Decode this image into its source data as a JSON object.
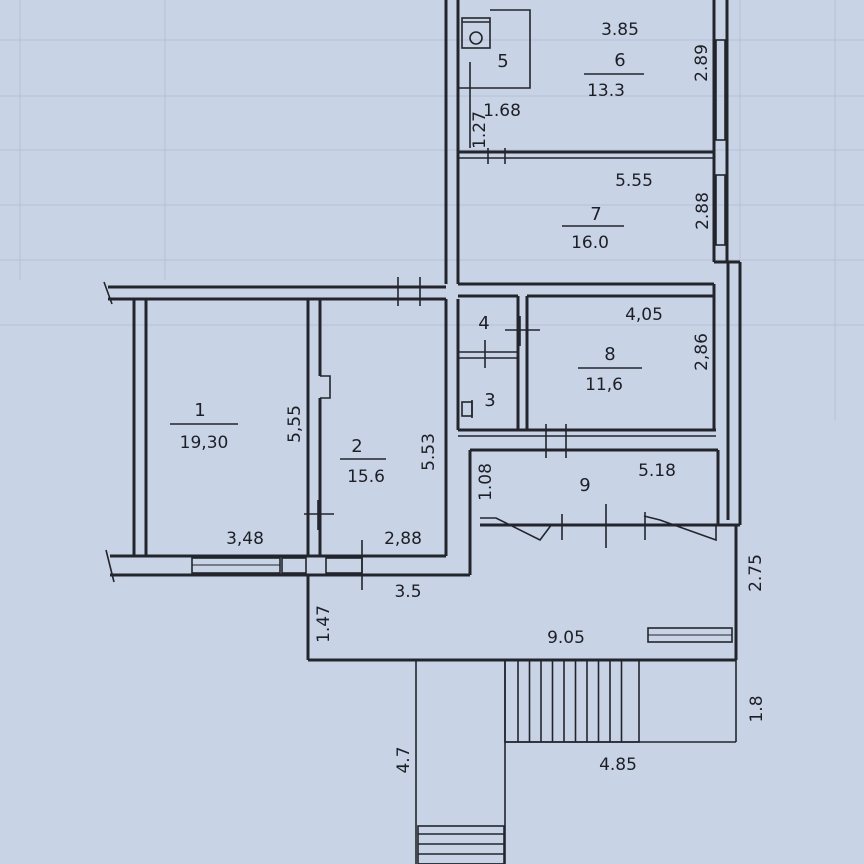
{
  "rooms": [
    {
      "id": "1",
      "number": "1",
      "area": "19,30"
    },
    {
      "id": "2",
      "number": "2",
      "area": "15.6"
    },
    {
      "id": "3",
      "number": "3",
      "area": ""
    },
    {
      "id": "4",
      "number": "4",
      "area": ""
    },
    {
      "id": "5",
      "number": "5",
      "area": ""
    },
    {
      "id": "6",
      "number": "6",
      "area": "13.3"
    },
    {
      "id": "7",
      "number": "7",
      "area": "16.0"
    },
    {
      "id": "8",
      "number": "8",
      "area": "11,6"
    },
    {
      "id": "9",
      "number": "9",
      "area": ""
    }
  ],
  "dimensions": {
    "d_3_85": "3.85",
    "d_2_89": "2.89",
    "d_1_68": "1.68",
    "d_1_27": "1.27",
    "d_5_55_top": "5.55",
    "d_2_88_right": "2.88",
    "d_4_05": "4,05",
    "d_2_86": "2,86",
    "d_5_55_left": "5,55",
    "d_5_53": "5.53",
    "d_1_08": "1.08",
    "d_5_18": "5.18",
    "d_3_48": "3,48",
    "d_2_88_bottom": "2,88",
    "d_3_5": "3.5",
    "d_2_75": "2.75",
    "d_1_47": "1.47",
    "d_9_05": "9.05",
    "d_1_8": "1.8",
    "d_4_85": "4.85",
    "d_4_7": "4.7"
  }
}
